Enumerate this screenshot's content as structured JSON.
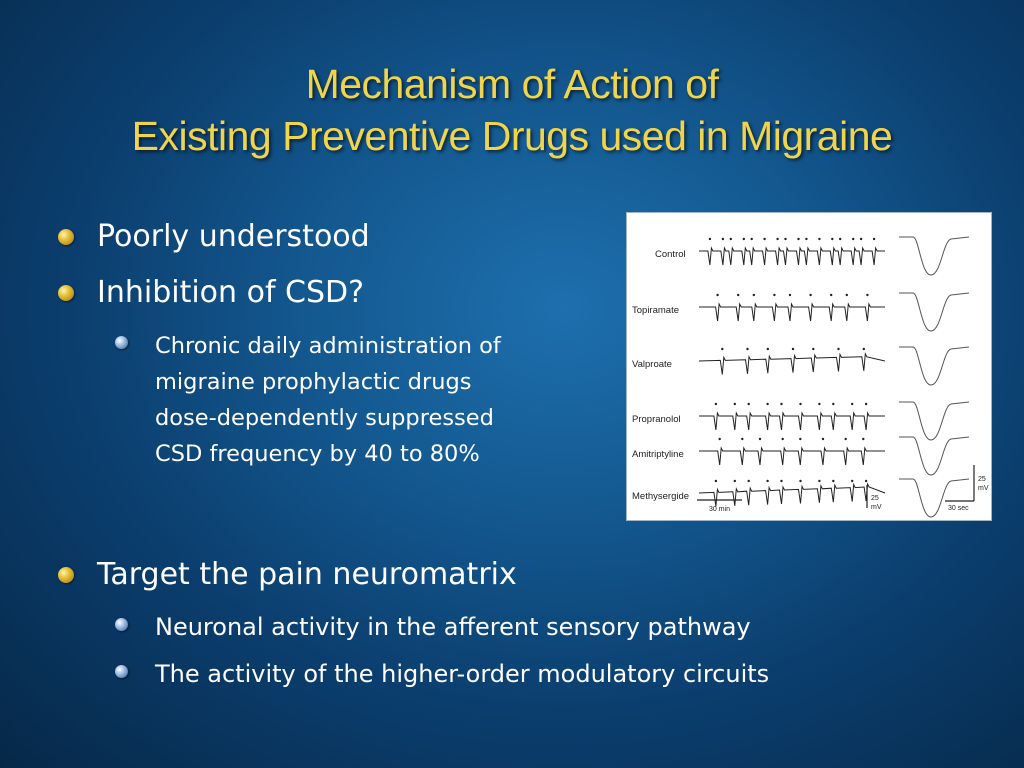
{
  "slide": {
    "title_line1": "Mechanism of Action of",
    "title_line2": "Existing Preventive Drugs used in Migraine",
    "bullets": [
      {
        "text": "Poorly understood"
      },
      {
        "text": "Inhibition of CSD?"
      },
      {
        "text": "Target the pain neuromatrix"
      }
    ],
    "csd_sub": {
      "lines": [
        "Chronic daily administration of",
        "migraine prophylactic drugs",
        "dose-dependently suppressed",
        "CSD frequency by 40 to 80%"
      ]
    },
    "neuromatrix_subs": [
      {
        "text": "Neuronal activity in the afferent sensory pathway"
      },
      {
        "text": "The activity of the higher-order modulatory circuits"
      }
    ]
  },
  "figure": {
    "traces": [
      "Control",
      "Topiramate",
      "Valproate",
      "Propranolol",
      "Amitriptyline",
      "Methysergide"
    ],
    "scale_time_left": "30 min",
    "scale_voltage_left": [
      "25",
      "mV"
    ],
    "scale_time_right": "30 sec",
    "scale_voltage_right": [
      "25",
      "mV"
    ]
  }
}
